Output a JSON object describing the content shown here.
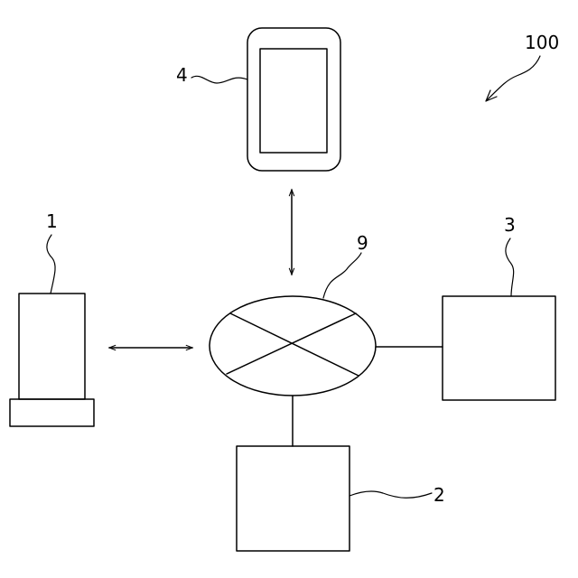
{
  "labels": {
    "system": "100",
    "computer": "1",
    "server": "2",
    "device_3": "3",
    "mobile": "4",
    "network": "9"
  }
}
